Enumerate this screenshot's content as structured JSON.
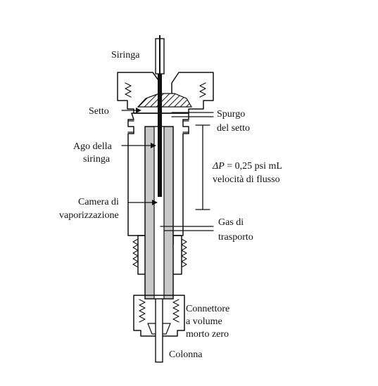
{
  "labels": {
    "siringa": "Siringa",
    "setto": "Setto",
    "spurgo_line1": "Spurgo",
    "spurgo_line2": "del setto",
    "ago_line1": "Ago della",
    "ago_line2": "siringa",
    "delta_p_symbol": "ΔP",
    "delta_p_rest": " = 0,25 psi mL",
    "delta_p_line2": "velocità di flusso",
    "camera_line1": "Camera di",
    "camera_line2": "vaporizzazione",
    "gas_line1": "Gas di",
    "gas_line2": "trasporto",
    "connettore_line1": "Connettore",
    "connettore_line2": "a volume",
    "connettore_line3": "morto zero",
    "colonna": "Colonna"
  },
  "colors": {
    "body_fill": "#d8e8f0",
    "tube_fill": "#c8c8c8",
    "metal_fill": "#d6d6d6",
    "ink": "#111111"
  }
}
